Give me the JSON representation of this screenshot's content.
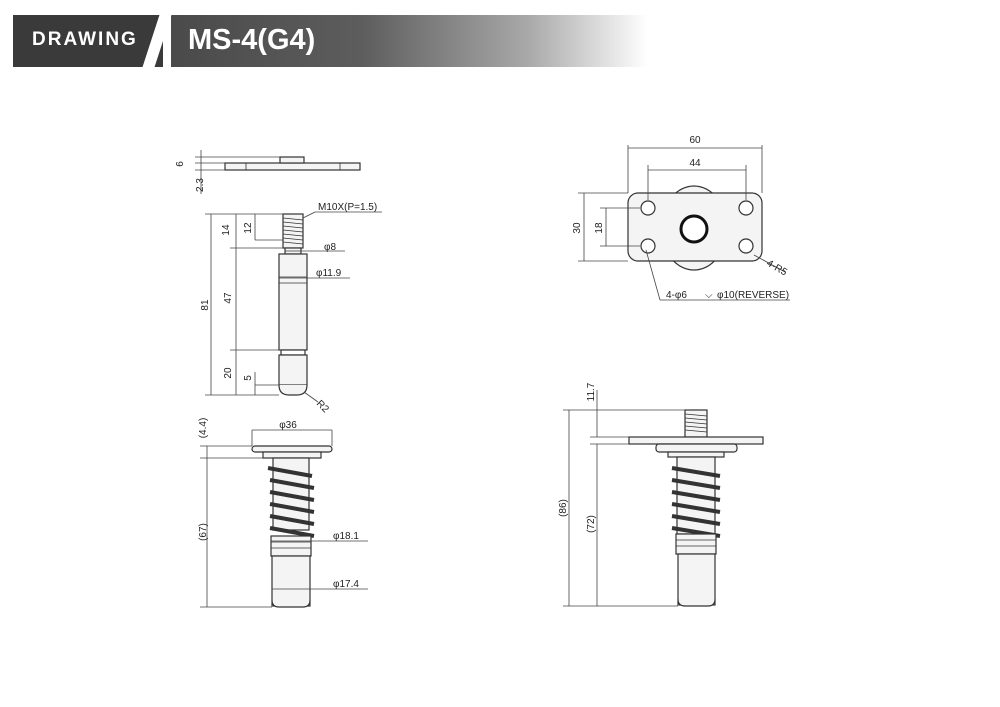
{
  "header": {
    "label": "DRAWING",
    "title": "MS-4(G4)"
  },
  "dimensions": {
    "plate_thickness": "6",
    "plate_offset": "2.3",
    "thread_spec": "M10X(P=1.5)",
    "d14": "14",
    "d12": "12",
    "dia8": "φ8",
    "dia11_9": "φ11.9",
    "d81": "81",
    "d47": "47",
    "d20": "20",
    "d5": "5",
    "r2": "R2",
    "w60": "60",
    "w44": "44",
    "h30": "30",
    "h18": "18",
    "r5": "4-R5",
    "holes": "4-φ6",
    "counterbore": "φ10(REVERSE)",
    "dia36": "φ36",
    "d4_4": "(4.4)",
    "d67": "(67)",
    "dia18_1": "φ18.1",
    "dia17_4": "φ17.4",
    "d11_7": "11.7",
    "d86": "(86)",
    "d72": "(72)"
  }
}
